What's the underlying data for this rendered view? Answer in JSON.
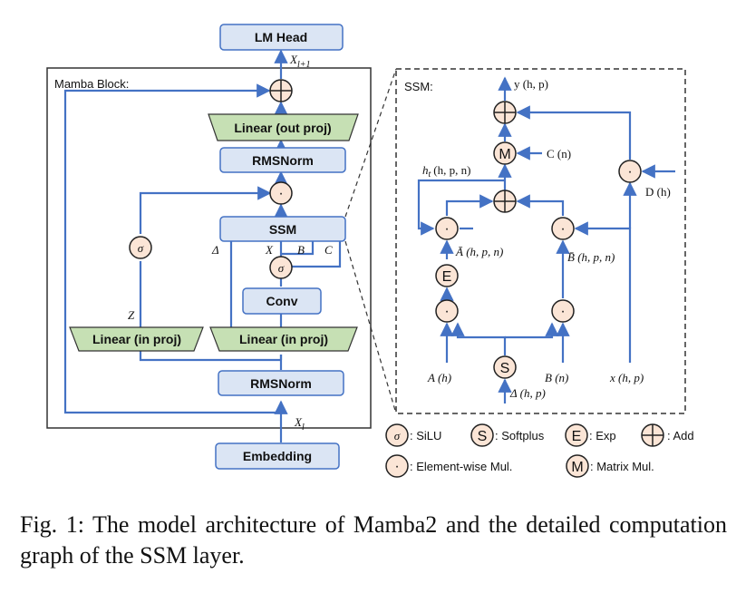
{
  "colors": {
    "flow": "#4472c4",
    "block_fill": "#dbe5f4",
    "linear_fill": "#c6e0b4",
    "op_fill": "#fbe5d6",
    "frame": "#333333"
  },
  "main": {
    "lm_head": "LM Head",
    "block_title": "Mamba Block:",
    "linear_out": "Linear (out proj)",
    "rmsnorm_top": "RMSNorm",
    "ssm": "SSM",
    "conv": "Conv",
    "linear_in_left": "Linear (in proj)",
    "linear_in_right": "Linear (in proj)",
    "rmsnorm_bottom": "RMSNorm",
    "embedding": "Embedding",
    "x_out": "X",
    "x_out_sub": "l+1",
    "x_in": "X",
    "x_in_sub": "l",
    "z_label": "Z",
    "delta_label": "Δ",
    "x_label": "X",
    "b_label": "B",
    "c_label": "C"
  },
  "ssm_detail": {
    "title": "SSM:",
    "y_label": "y (h, p)",
    "c_label": "C (n)",
    "ht_label": "h",
    "ht_sub": "t",
    "ht_dims": "(h, p, n)",
    "d_label": "D (h)",
    "abar_label": "Ā (h, p, n)",
    "bbar_label": "B̄ (h, p, n)",
    "a_label": "A (h)",
    "b_label": "B (n)",
    "delta_label": "Δ (h, p)",
    "x_label": "x (h, p)"
  },
  "ops": {
    "silu": "σ",
    "softplus": "S",
    "exp": "E",
    "matmul": "M",
    "mul": "·"
  },
  "legend": {
    "silu": ": SiLU",
    "softplus": ": Softplus",
    "exp": ": Exp",
    "add": ": Add",
    "mul": ": Element-wise Mul.",
    "matmul": ": Matrix Mul."
  },
  "caption": "Fig. 1: The model architecture of Mamba2 and the detailed computation graph of the SSM layer."
}
